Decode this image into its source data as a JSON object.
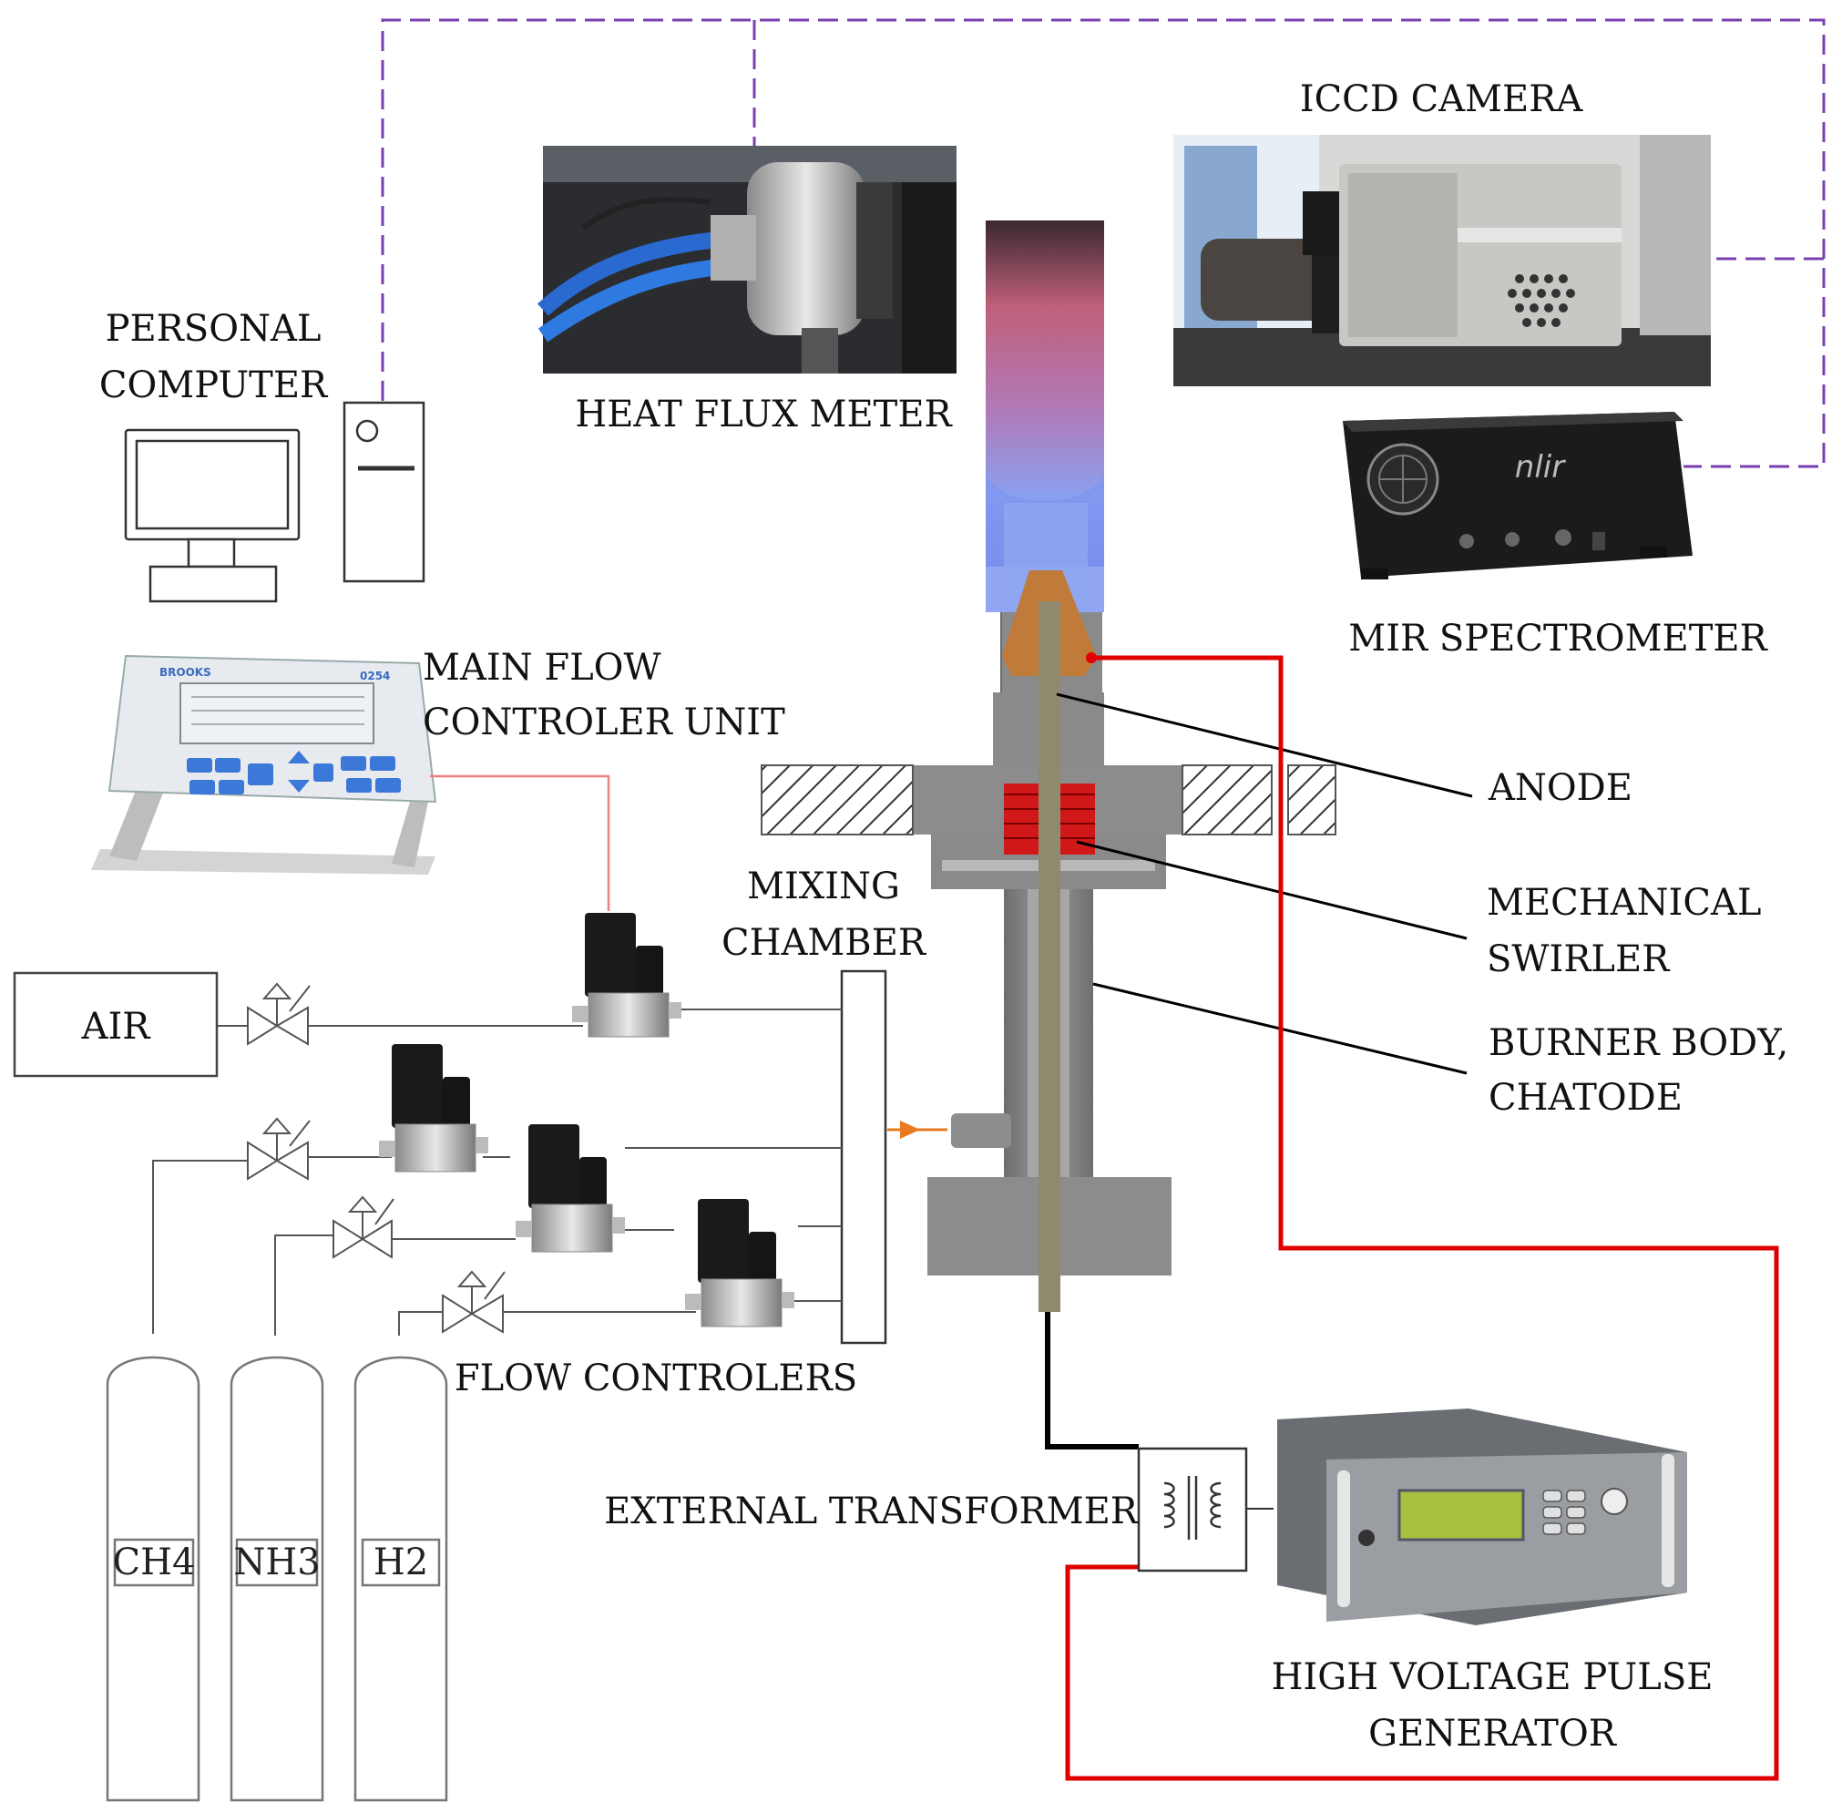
{
  "labels": {
    "personal_computer": [
      "PERSONAL",
      "COMPUTER"
    ],
    "heat_flux_meter": "HEAT FLUX METER",
    "iccd_camera": "ICCD CAMERA",
    "mir_spectrometer": "MIR SPECTROMETER",
    "main_flow": [
      "MAIN FLOW",
      "CONTROLER UNIT"
    ],
    "mixing_chamber": [
      "MIXING",
      "CHAMBER"
    ],
    "air": "AIR",
    "anode": "ANODE",
    "mechanical_swirler": [
      "MECHANICAL",
      "SWIRLER"
    ],
    "burner_body": [
      "BURNER BODY,",
      "CHATODE"
    ],
    "flow_controlers": "FLOW CONTROLERS",
    "external_transformer": "EXTERNAL TRANSFORMER",
    "hv_pulse_generator": [
      "HIGH VOLTAGE PULSE",
      "GENERATOR"
    ],
    "ch4": "CH4",
    "nh3": "NH3",
    "h2": "H2"
  },
  "device_text": {
    "brooks": "BROOKS",
    "model": "0254",
    "mir_logo": "nlir"
  },
  "colors": {
    "data_link": "#7a3fb0",
    "hv_wire": "#e00000",
    "ground_wire": "#000000",
    "signal_link": "#f08080"
  }
}
